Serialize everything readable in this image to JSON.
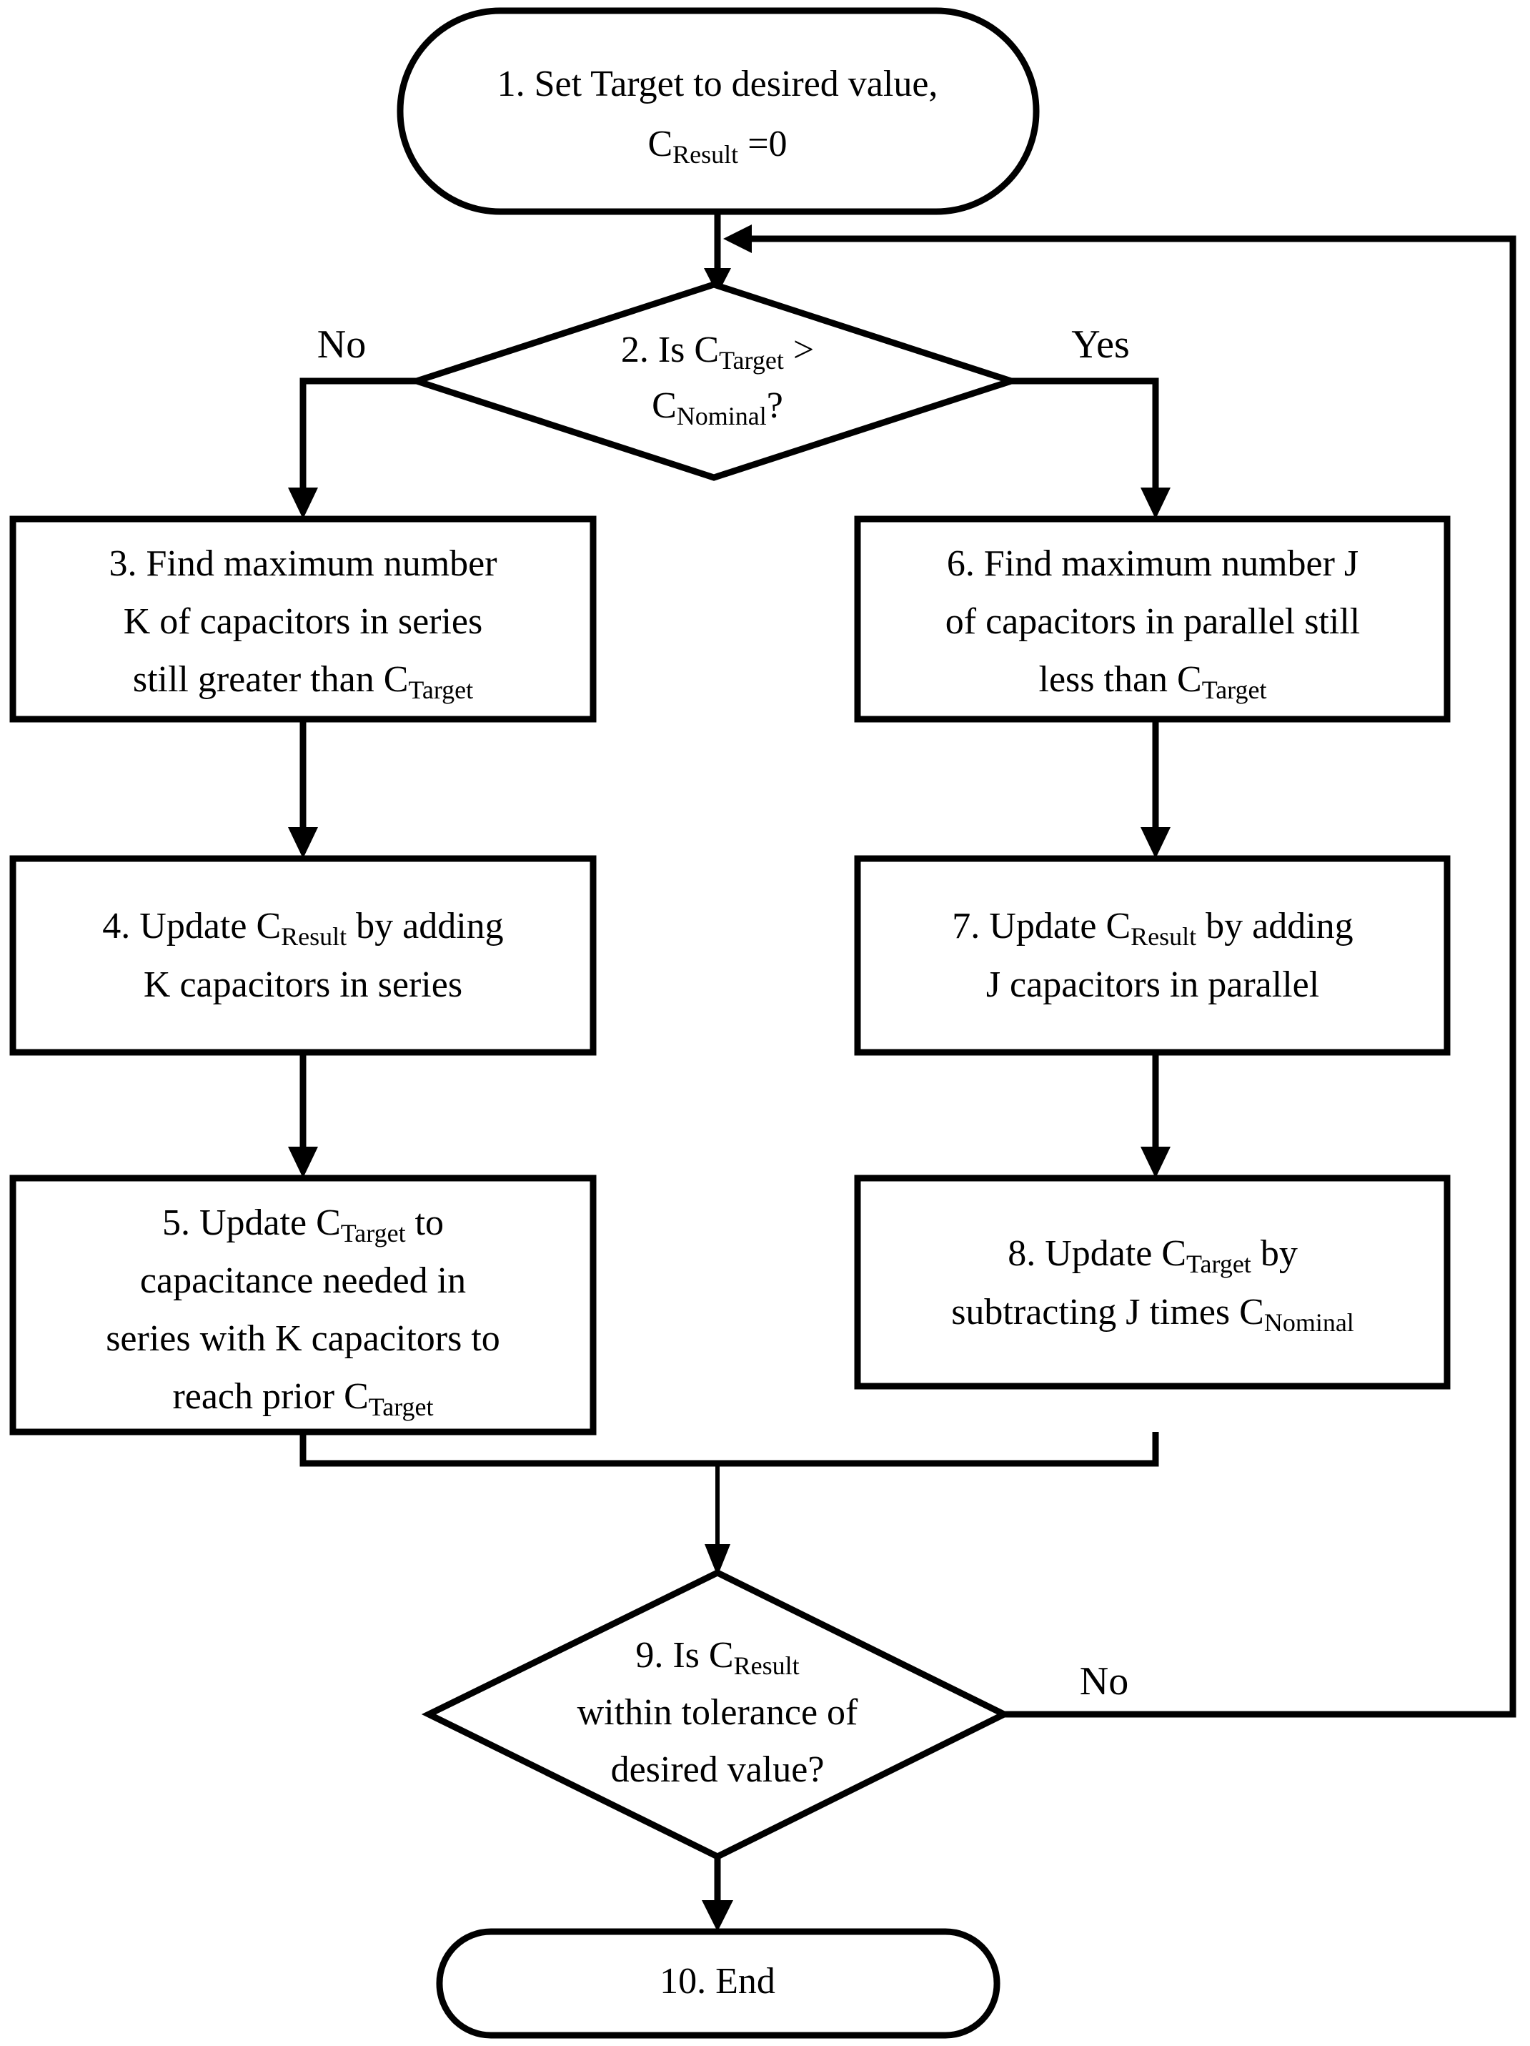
{
  "diagram": {
    "type": "flowchart",
    "title": "Capacitor combination search algorithm",
    "orientation": "top-to-bottom",
    "stroke_color": "#000000",
    "fill_color": "#ffffff",
    "background_color": "#ffffff"
  },
  "nodes": {
    "n1": {
      "id": "1",
      "shape": "stadium",
      "role": "start",
      "lines": [
        {
          "text": "1. Set Target to desired value,"
        },
        {
          "text": "C",
          "sub": "Result",
          "tail": " =0"
        }
      ],
      "plain": "1. Set Target to desired value, C_Result = 0"
    },
    "n2": {
      "id": "2",
      "shape": "diamond",
      "role": "decision",
      "lines": [
        {
          "text": "2. Is C",
          "sub": "Target",
          "tail": " >"
        },
        {
          "text": "C",
          "sub": "Nominal",
          "tail": "?"
        }
      ],
      "plain": "2. Is C_Target > C_Nominal?"
    },
    "n3": {
      "id": "3",
      "shape": "rect",
      "role": "process",
      "lines": [
        {
          "text": "3. Find maximum number"
        },
        {
          "text": "K of capacitors in series"
        },
        {
          "text": "still greater than C",
          "sub": "Target",
          "tail": ""
        }
      ],
      "plain": "3. Find maximum number K of capacitors in series still greater than C_Target"
    },
    "n4": {
      "id": "4",
      "shape": "rect",
      "role": "process",
      "lines": [
        {
          "text": "4. Update C",
          "sub": "Result",
          "tail": " by adding"
        },
        {
          "text": "K capacitors in series"
        }
      ],
      "plain": "4. Update C_Result by adding K capacitors in series"
    },
    "n5": {
      "id": "5",
      "shape": "rect",
      "role": "process",
      "lines": [
        {
          "text": "5. Update C",
          "sub": "Target",
          "tail": " to"
        },
        {
          "text": "capacitance needed in"
        },
        {
          "text": "series with K capacitors to"
        },
        {
          "text": "reach prior C",
          "sub": "Target",
          "tail": ""
        }
      ],
      "plain": "5. Update C_Target to capacitance needed in series with K capacitors to reach prior C_Target"
    },
    "n6": {
      "id": "6",
      "shape": "rect",
      "role": "process",
      "lines": [
        {
          "text": "6. Find maximum number J"
        },
        {
          "text": "of capacitors in parallel still"
        },
        {
          "text": "less than C",
          "sub": "Target",
          "tail": ""
        }
      ],
      "plain": "6. Find maximum number J of capacitors in parallel still less than C_Target"
    },
    "n7": {
      "id": "7",
      "shape": "rect",
      "role": "process",
      "lines": [
        {
          "text": "7. Update C",
          "sub": "Result",
          "tail": " by adding"
        },
        {
          "text": "J capacitors in parallel"
        }
      ],
      "plain": "7. Update C_Result by adding J capacitors in parallel"
    },
    "n8": {
      "id": "8",
      "shape": "rect",
      "role": "process",
      "lines": [
        {
          "text": "8. Update C",
          "sub": "Target",
          "tail": " by"
        },
        {
          "text": "subtracting J times C",
          "sub": "Nominal",
          "tail": ""
        }
      ],
      "plain": "8. Update C_Target by subtracting J times C_Nominal"
    },
    "n9": {
      "id": "9",
      "shape": "diamond",
      "role": "decision",
      "lines": [
        {
          "text": "9. Is C",
          "sub": "Result",
          "tail": ""
        },
        {
          "text": "within tolerance of"
        },
        {
          "text": "desired value?"
        }
      ],
      "plain": "9. Is C_Result within tolerance of desired value?"
    },
    "n10": {
      "id": "10",
      "shape": "stadium",
      "role": "end",
      "lines": [
        {
          "text": "10. End"
        }
      ],
      "plain": "10. End"
    }
  },
  "edges": {
    "e_2_no": {
      "label": "No",
      "from": "2",
      "to": "3"
    },
    "e_2_yes": {
      "label": "Yes",
      "from": "2",
      "to": "6"
    },
    "e_9_no": {
      "label": "No",
      "from": "9",
      "to": "2"
    },
    "e_9_yes": {
      "label": "",
      "from": "9",
      "to": "10"
    }
  }
}
